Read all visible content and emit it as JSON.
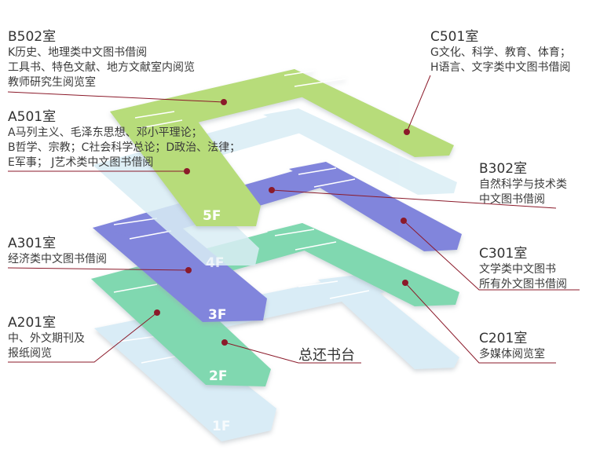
{
  "floors": {
    "f1": "1F",
    "f2": "2F",
    "f3": "3F",
    "f4": "4F",
    "f5": "5F"
  },
  "colors": {
    "floor1": "#d8ecf6",
    "floor2": "#80d8b0",
    "floor3": "#8185dc",
    "floor4": "#d9edf5",
    "floor5": "#b7dc7a",
    "leader": "#8b1a2a"
  },
  "rooms": {
    "b502": {
      "name": "B502室",
      "lines": [
        "K历史、地理类中文图书借阅",
        "工具书、特色文献、地方文献室内阅览",
        "教师研究生阅览室"
      ]
    },
    "c501": {
      "name": "C501室",
      "lines": [
        "G文化、科学、教育、体育；",
        "H语言、文字类中文图书借阅"
      ]
    },
    "a501": {
      "name": "A501室",
      "lines": [
        "A马列主义、毛泽东思想、邓小平理论；",
        "B哲学、宗教；C社会科学总论；D政治、法律；",
        "E军事； J艺术类中文图书借阅"
      ]
    },
    "b302": {
      "name": "B302室",
      "lines": [
        "自然科学与技术类",
        "中文图书借阅"
      ]
    },
    "a301": {
      "name": "A301室",
      "lines": [
        "经济类中文图书借阅"
      ]
    },
    "c301": {
      "name": "C301室",
      "lines": [
        "文学类中文图书",
        "所有外文图书借阅"
      ]
    },
    "a201": {
      "name": "A201室",
      "lines": [
        "中、外文期刊及",
        "报纸阅览"
      ]
    },
    "c201": {
      "name": "C201室",
      "lines": [
        "多媒体阅览室"
      ]
    }
  },
  "desk": "总还书台"
}
